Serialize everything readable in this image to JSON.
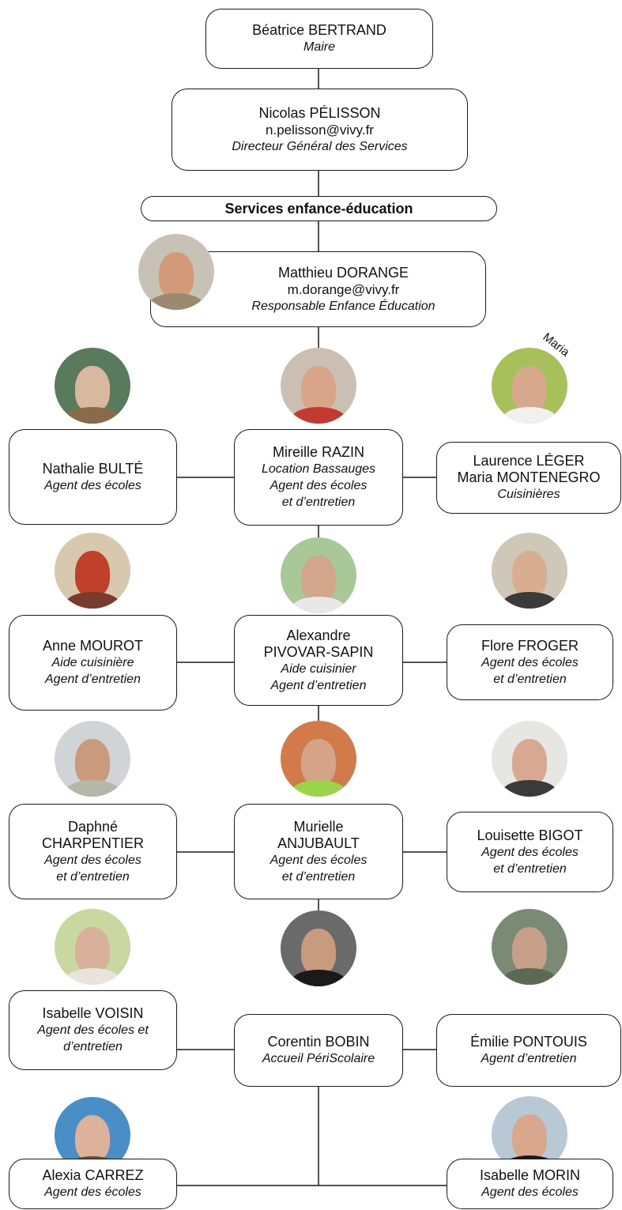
{
  "mayor": {
    "name": "Béatrice BERTRAND",
    "role": "Maire"
  },
  "dgs": {
    "name": "Nicolas PÉLISSON",
    "email": "n.pelisson@vivy.fr",
    "role": "Directeur Général des Services"
  },
  "service": {
    "label": "Services enfance-éducation"
  },
  "manager": {
    "name": "Matthieu DORANGE",
    "email": "m.dorange@vivy.fr",
    "role": "Responsable Enfance Éducation"
  },
  "photo_tag": "Maria",
  "staff": {
    "r1_left": {
      "name": "Nathalie BULTÉ",
      "role": "Agent des écoles"
    },
    "r1_center": {
      "name": "Mireille RAZIN",
      "role1": "Location Bassauges",
      "role2": "Agent des écoles",
      "role3": "et d’entretien"
    },
    "r1_right": {
      "name1": "Laurence LÉGER",
      "name2": "Maria MONTENEGRO",
      "role": "Cuisinières"
    },
    "r2_left": {
      "name": "Anne MOUROT",
      "role1": "Aide cuisinière",
      "role2": "Agent d’entretien"
    },
    "r2_center": {
      "name1": "Alexandre",
      "name2": "PIVOVAR-SAPIN",
      "role1": "Aide cuisinier",
      "role2": "Agent d’entretien"
    },
    "r2_right": {
      "name": "Flore FROGER",
      "role1": "Agent des écoles",
      "role2": "et d’entretien"
    },
    "r3_left": {
      "name1": "Daphné",
      "name2": "CHARPENTIER",
      "role1": "Agent des écoles",
      "role2": "et d’entretien"
    },
    "r3_center": {
      "name1": "Murielle",
      "name2": "ANJUBAULT",
      "role1": "Agent des écoles",
      "role2": "et d’entretien"
    },
    "r3_right": {
      "name": "Louisette BIGOT",
      "role1": "Agent des écoles",
      "role2": "et d’entretien"
    },
    "r4_left": {
      "name": "Isabelle VOISIN",
      "role1": "Agent des écoles et",
      "role2": "d’entretien"
    },
    "r4_center": {
      "name": "Corentin BOBIN",
      "role": "Accueil PériScolaire"
    },
    "r4_right": {
      "name": "Émilie PONTOUIS",
      "role": "Agent d’entretien"
    },
    "r5_left": {
      "name": "Alexia CARREZ",
      "role": "Agent des écoles"
    },
    "r5_right": {
      "name": "Isabelle MORIN",
      "role": "Agent des écoles"
    }
  }
}
